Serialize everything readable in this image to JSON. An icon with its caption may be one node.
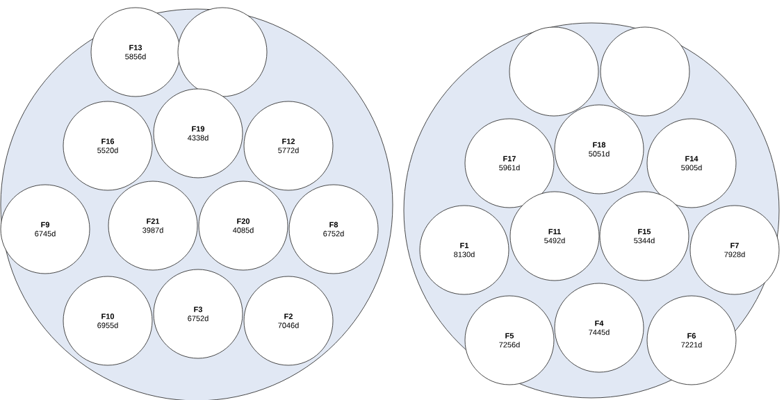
{
  "diagram": {
    "nodes": [
      {
        "text": [],
        "shape": "circle"
      },
      {
        "text": [
          "F13",
          "5856d"
        ],
        "in": 0
      },
      {
        "text": [],
        "shape": "circle",
        "in": 0
      },
      {
        "text": [
          "F16",
          "5520d"
        ],
        "in": 0
      },
      {
        "text": [
          "F19",
          "4338d"
        ],
        "in": 0
      },
      {
        "text": [
          "F12",
          "5772d"
        ],
        "in": 0
      },
      {
        "text": [
          "F9",
          "6745d"
        ],
        "in": 0
      },
      {
        "text": [
          "F21",
          "3987d"
        ],
        "in": 0
      },
      {
        "text": [
          "F20",
          "4085d"
        ],
        "in": 0
      },
      {
        "text": [
          "F8",
          "6752d"
        ],
        "in": 0
      },
      {
        "text": [
          "F10",
          "6955d"
        ],
        "in": 0
      },
      {
        "text": [
          "F3",
          "6752d"
        ],
        "in": 0
      },
      {
        "text": [
          "F2",
          "7046d"
        ],
        "in": 0
      },
      {
        "text": [],
        "shape": "circle"
      },
      {
        "text": [],
        "shape": "circle",
        "in": 13
      },
      {
        "text": [],
        "shape": "circle",
        "in": 13
      },
      {
        "text": [
          "F17",
          "5961d"
        ],
        "in": 13
      },
      {
        "text": [
          "F18",
          "5051d"
        ],
        "in": 13
      },
      {
        "text": [
          "F14",
          "5905d"
        ],
        "in": 13
      },
      {
        "text": [
          "F1",
          "8130d"
        ],
        "in": 13
      },
      {
        "text": [
          "F11",
          "5492d"
        ],
        "in": 13
      },
      {
        "text": [
          "F15",
          "5344d"
        ],
        "in": 13
      },
      {
        "text": [
          "F7",
          "7928d"
        ],
        "in": 13
      },
      {
        "text": [
          "F5",
          "7256d"
        ],
        "in": 13
      },
      {
        "text": [
          "F4",
          "7445d"
        ],
        "in": 13
      },
      {
        "text": [
          "F6",
          "7221d"
        ],
        "in": 13
      }
    ]
  }
}
